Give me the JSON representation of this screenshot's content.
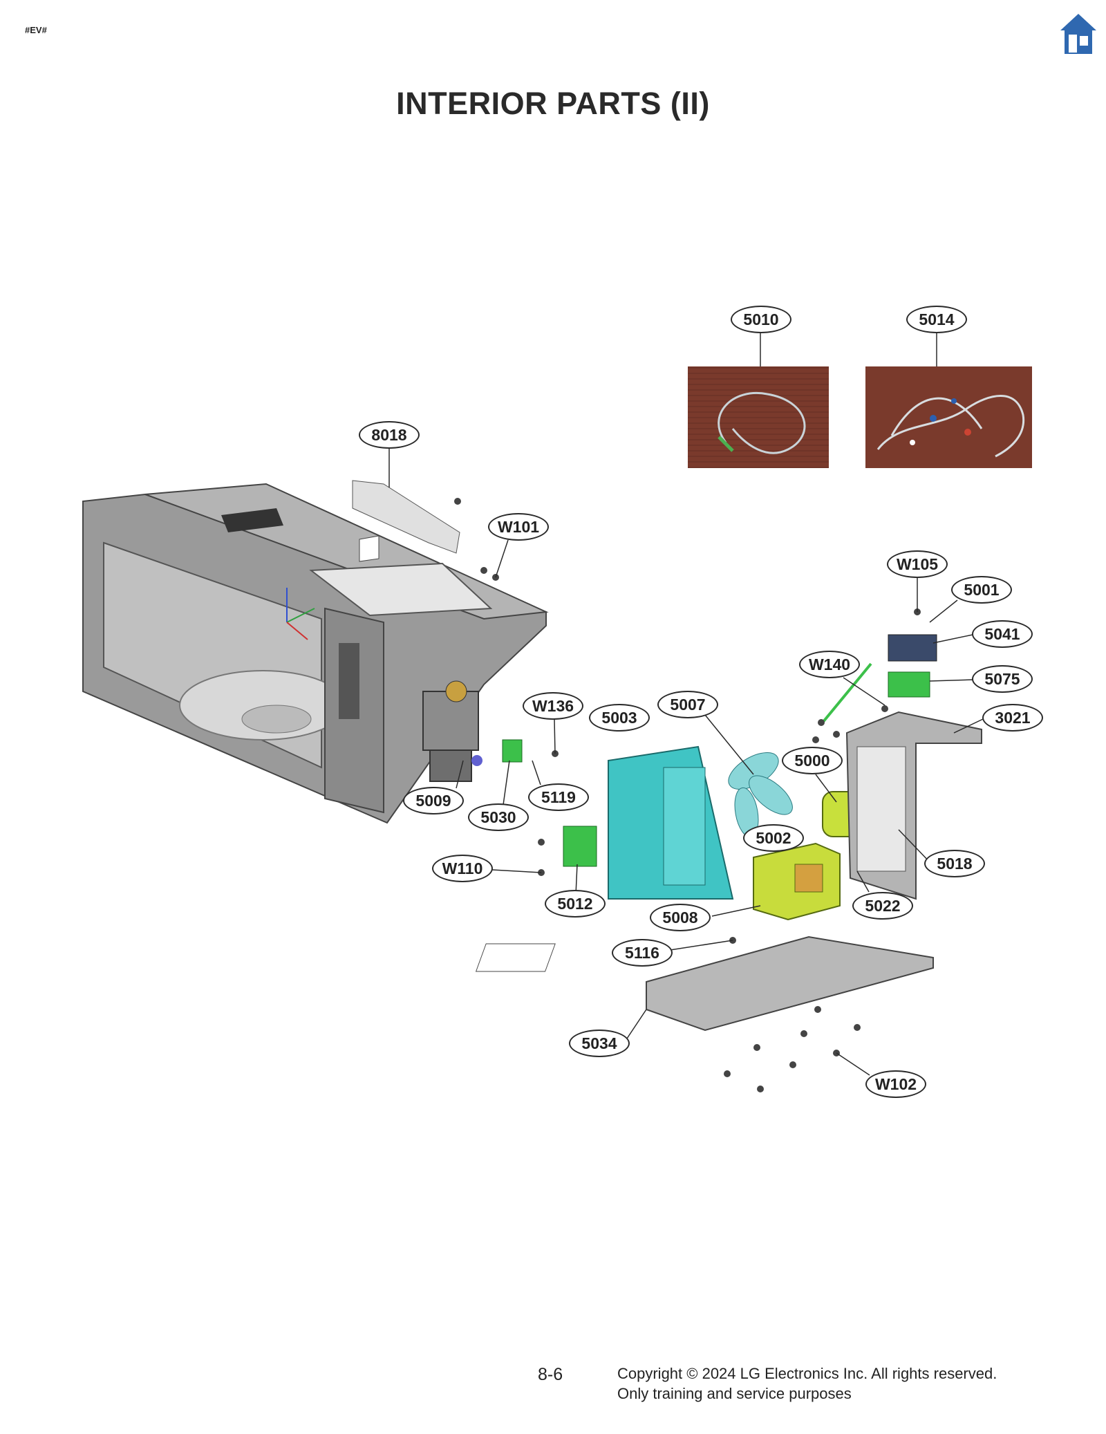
{
  "header": {
    "tag": "#EV#",
    "home_icon": "home-icon"
  },
  "title": "INTERIOR PARTS (II)",
  "photos": [
    {
      "part": "5010",
      "caption": "",
      "bg": "#7a3a2c"
    },
    {
      "part": "5014",
      "caption": "",
      "bg": "#7a3a2c"
    }
  ],
  "callouts": {
    "p5010": "5010",
    "p5014": "5014",
    "p8018": "8018",
    "pW101": "W101",
    "pW105": "W105",
    "p5001": "5001",
    "p5041": "5041",
    "pW140": "W140",
    "p5075": "5075",
    "p3021": "3021",
    "pW136": "W136",
    "p5003": "5003",
    "p5007": "5007",
    "p5000": "5000",
    "p5009": "5009",
    "p5119": "5119",
    "p5030": "5030",
    "p5002": "5002",
    "p5018": "5018",
    "pW110": "W110",
    "p5012": "5012",
    "p5008": "5008",
    "p5022": "5022",
    "p5116": "5116",
    "p5034": "5034",
    "pW102": "W102"
  },
  "colors": {
    "cavity": "#6e6e6e",
    "duct": "#40c4c4",
    "transformer": "#c8dc3c",
    "bracket": "#3cc04a",
    "fan_motor": "#c8e03c"
  },
  "footer": {
    "page": "8-6",
    "copyright": "Copyright © 2024 LG Electronics Inc. All rights reserved.",
    "note": "Only training and service purposes"
  }
}
